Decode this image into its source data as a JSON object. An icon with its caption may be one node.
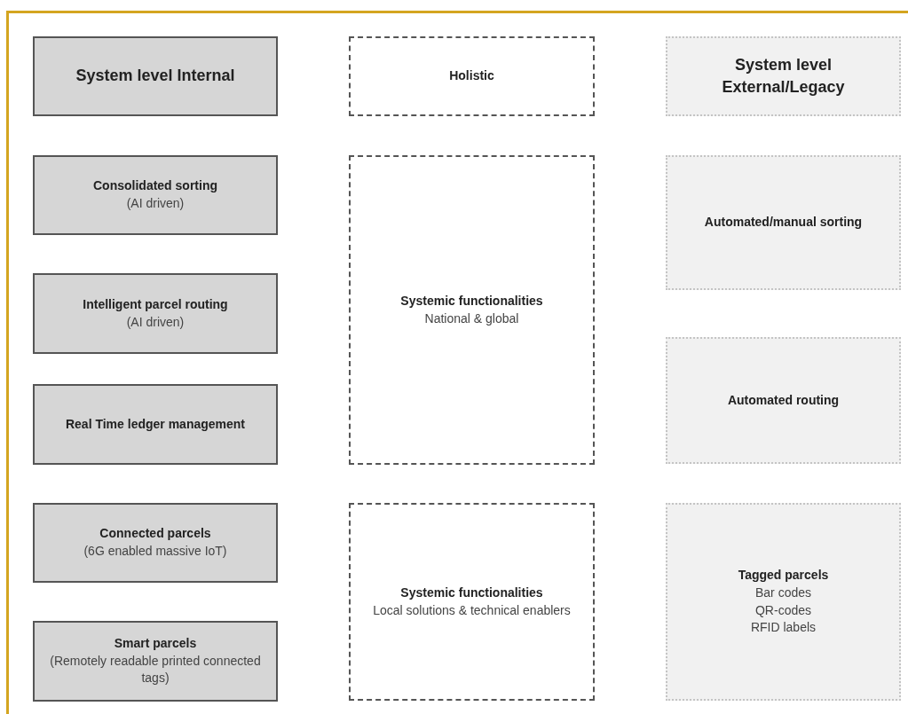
{
  "diagram": {
    "nodes": [
      {
        "text": [
          "System level Internal"
        ]
      },
      {
        "text": [
          "Holistic"
        ]
      },
      {
        "text": [
          "System level External/Legacy"
        ]
      },
      {
        "text": [
          "Consolidated sorting",
          "(AI driven)"
        ]
      },
      {
        "text": [
          "Systemic functionalities",
          "National & global"
        ]
      },
      {
        "text": [
          "Automated/manual sorting"
        ]
      },
      {
        "text": [
          "Intelligent parcel routing",
          "(AI driven)"
        ]
      },
      {
        "text": [
          "Automated routing"
        ]
      },
      {
        "text": [
          "Real Time ledger management"
        ]
      },
      {
        "text": [
          "Connected parcels",
          "(6G enabled massive IoT)"
        ]
      },
      {
        "text": [
          "Systemic functionalities",
          "Local solutions & technical enablers"
        ]
      },
      {
        "text": [
          "Tagged parcels",
          "Bar codes",
          "QR-codes",
          "RFID labels"
        ]
      },
      {
        "text": [
          "Smart parcels",
          "(Remotely readable printed connected tags)"
        ]
      }
    ],
    "edges": []
  }
}
